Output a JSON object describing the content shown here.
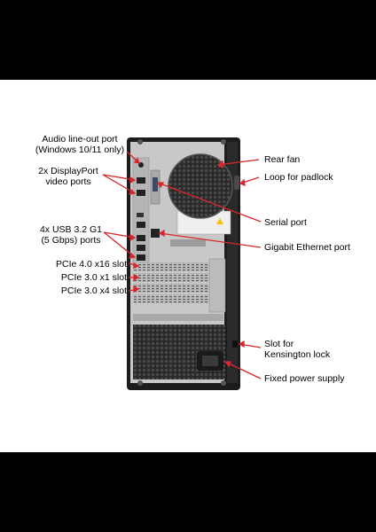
{
  "labels": {
    "audio_line1": "Audio line-out port",
    "audio_line2": "(Windows 10/11 only)",
    "displayport_line1": "2x DisplayPort",
    "displayport_line2": "video ports",
    "usb_line1": "4x USB 3.2 G1",
    "usb_line2": "(5 Gbps) ports",
    "pcie_x16": "PCIe 4.0 x16 slot",
    "pcie_x1": "PCIe 3.0 x1 slot",
    "pcie_x4": "PCIe 3.0 x4 slot",
    "rear_fan": "Rear fan",
    "padlock": "Loop for padlock",
    "serial": "Serial port",
    "ethernet": "Gigabit Ethernet port",
    "kensington_line1": "Slot for",
    "kensington_line2": "Kensington lock",
    "power": "Fixed power supply"
  },
  "colors": {
    "callout": "#d8262c",
    "background": "#ffffff",
    "letterbox": "#000000",
    "chassis": "#1c1c1c",
    "panel_metal": "#c8c8c8"
  }
}
